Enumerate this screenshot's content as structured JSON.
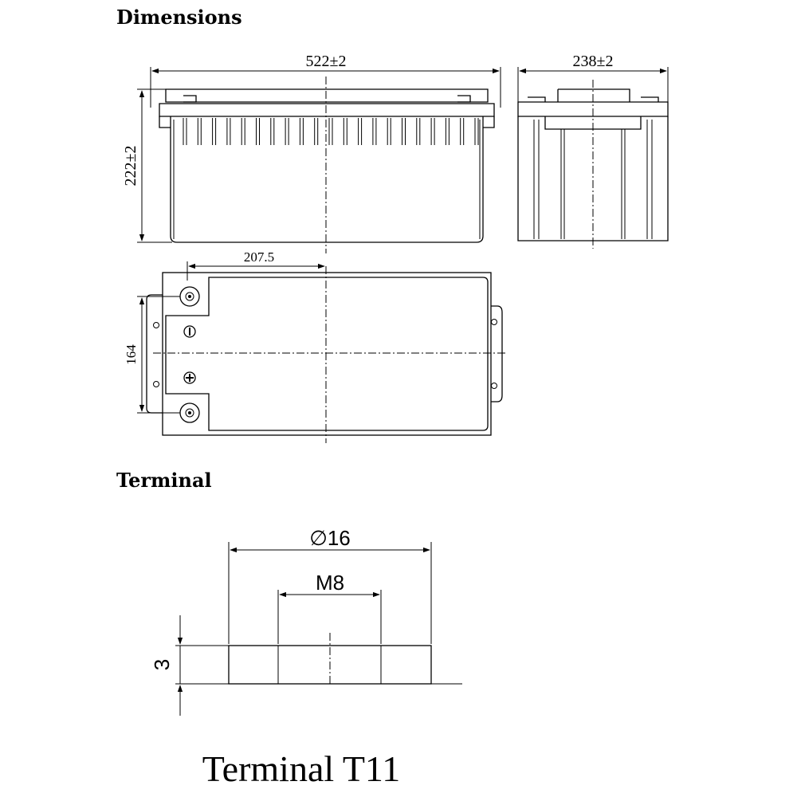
{
  "sections": {
    "dimensions_heading": "Dimensions",
    "terminal_heading": "Terminal"
  },
  "dimensions": {
    "length": "522±2",
    "width": "238±2",
    "height": "222±2",
    "terminal_offset": "207.5",
    "terminal_spacing": "164"
  },
  "terminal": {
    "diameter": "∅16",
    "thread": "M8",
    "height": "3",
    "caption": "Terminal T11"
  }
}
